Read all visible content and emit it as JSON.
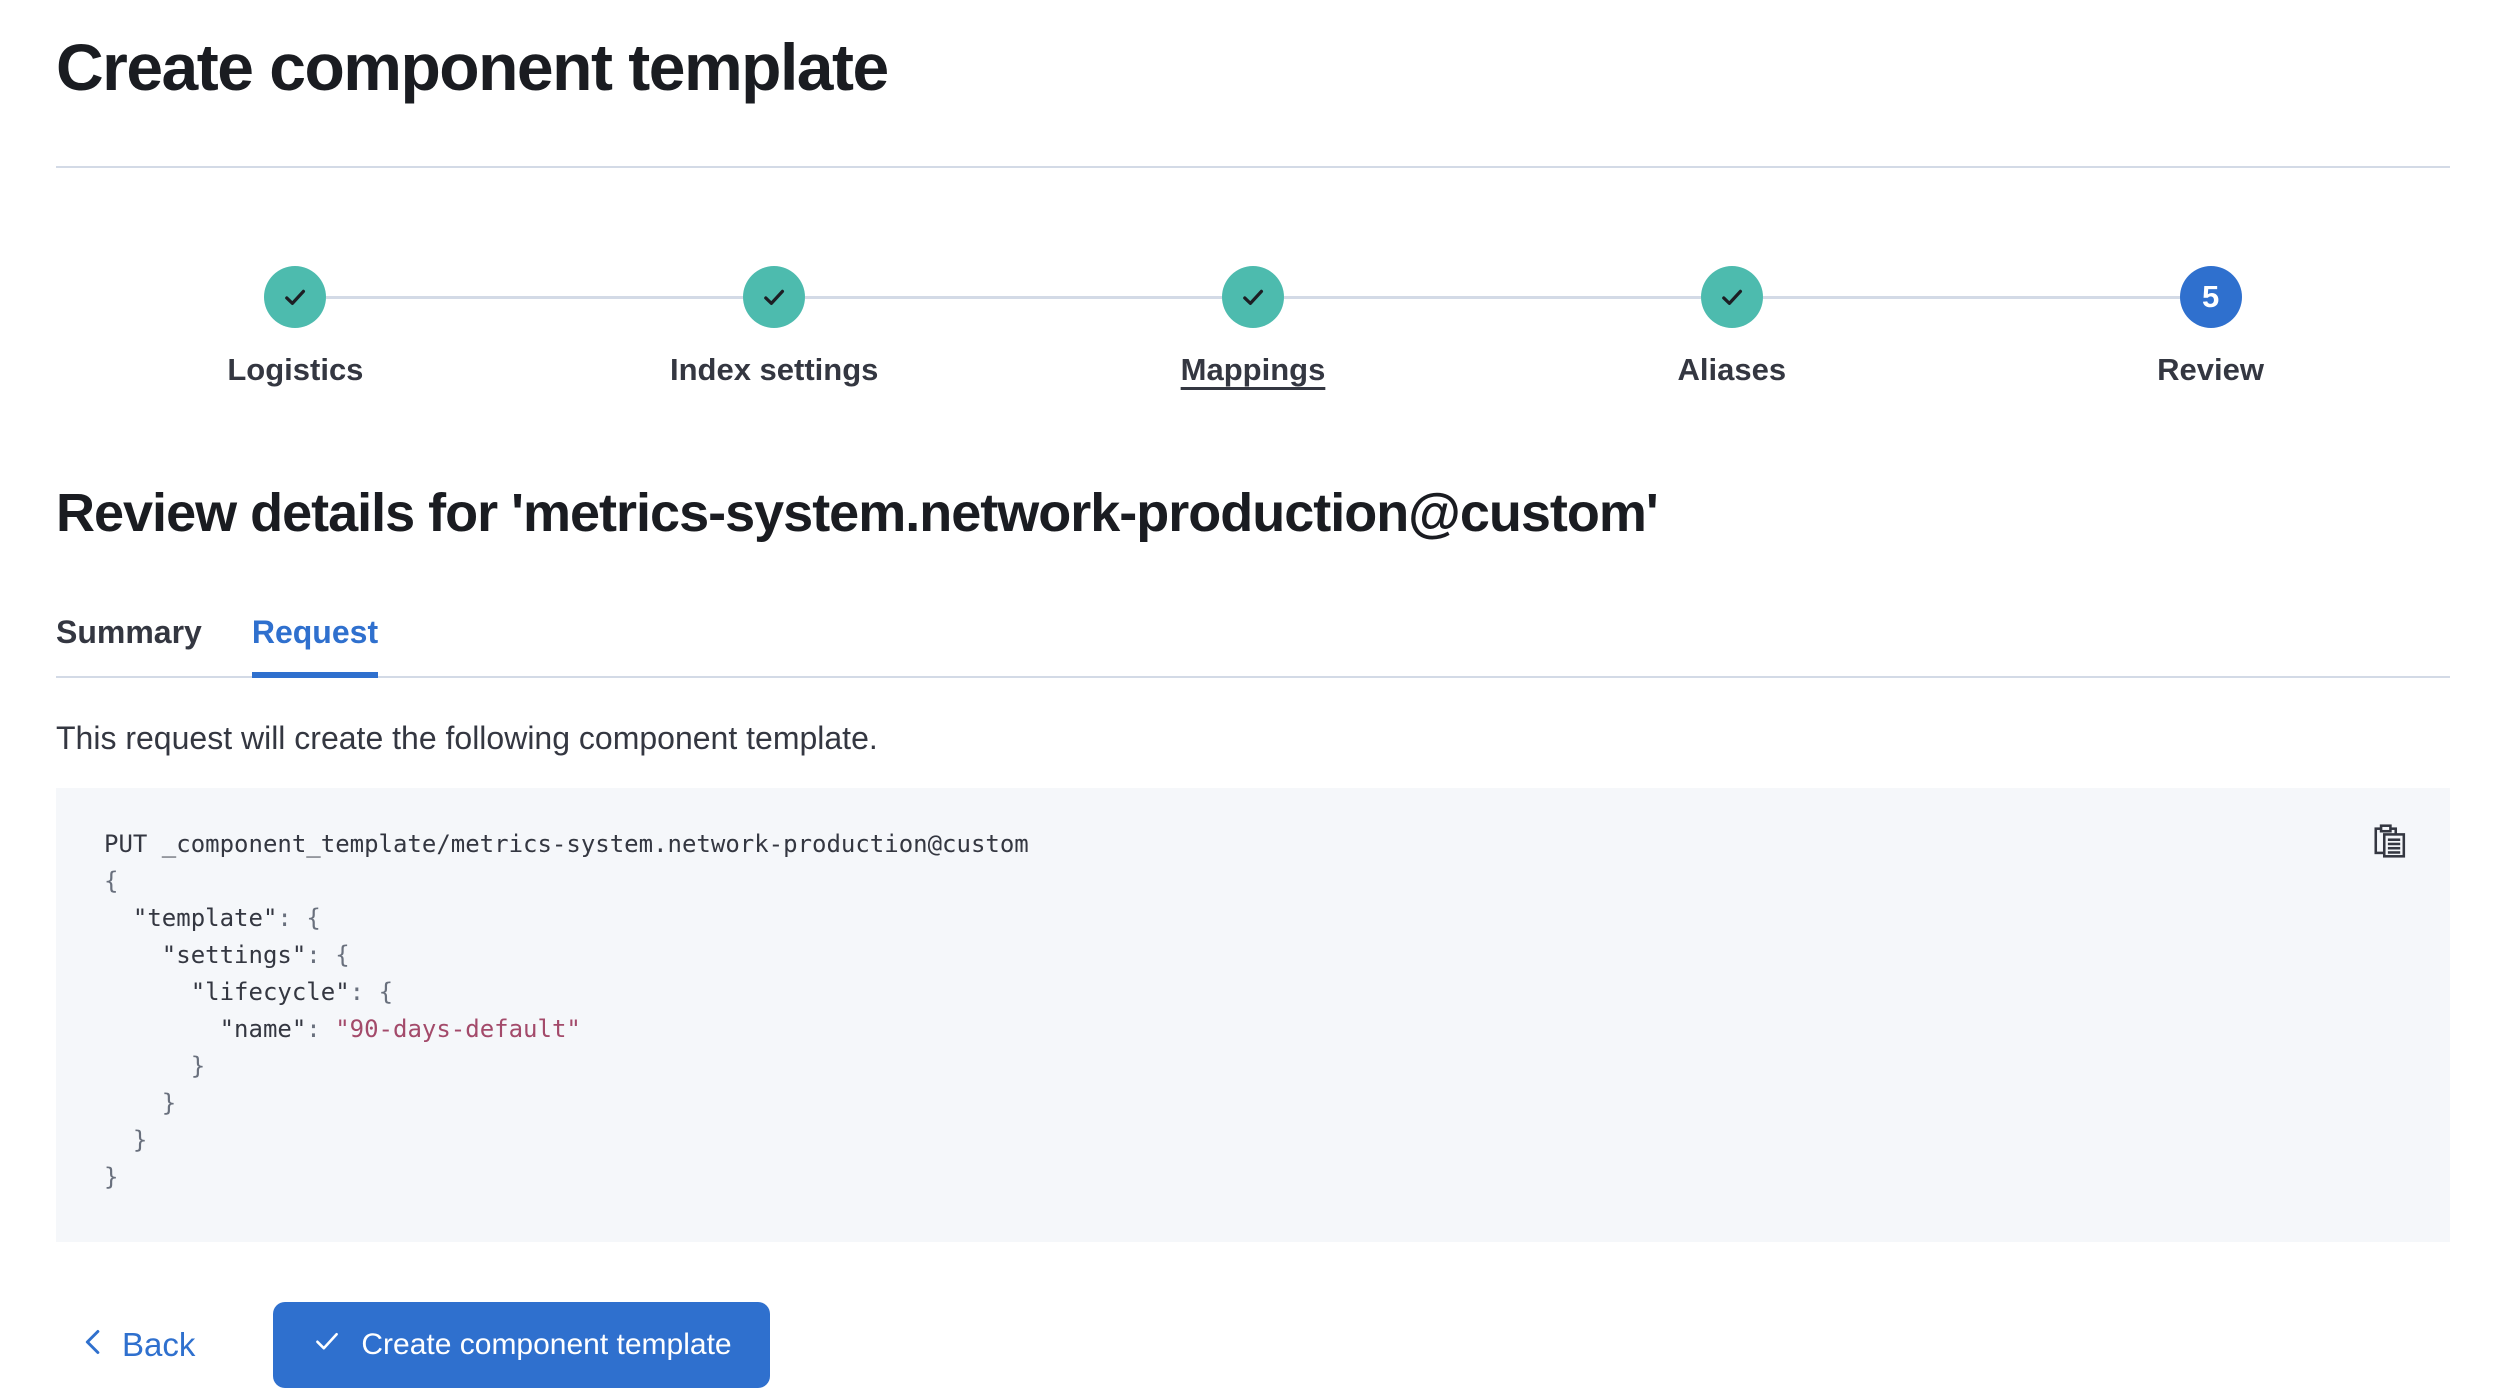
{
  "header": {
    "title": "Create component template"
  },
  "stepper": {
    "steps": [
      {
        "label": "Logistics",
        "status": "complete",
        "underlined": false
      },
      {
        "label": "Index settings",
        "status": "complete",
        "underlined": false
      },
      {
        "label": "Mappings",
        "status": "complete",
        "underlined": true
      },
      {
        "label": "Aliases",
        "status": "complete",
        "underlined": false
      },
      {
        "label": "Review",
        "status": "current",
        "number": "5",
        "underlined": false
      }
    ]
  },
  "review": {
    "heading": "Review details for 'metrics-system.network-production@custom'",
    "tabs": [
      {
        "label": "Summary",
        "active": false
      },
      {
        "label": "Request",
        "active": true
      }
    ],
    "description": "This request will create the following component template."
  },
  "code_block": {
    "copy_icon": "copy-clipboard-icon",
    "lines": [
      [
        {
          "t": "PUT _component_template/metrics-system.network-production@custom",
          "c": "plain"
        }
      ],
      [
        {
          "t": "{",
          "c": "punct"
        }
      ],
      [
        {
          "t": "  ",
          "c": "plain"
        },
        {
          "t": "\"template\"",
          "c": "plain"
        },
        {
          "t": ":",
          "c": "punct"
        },
        {
          "t": " ",
          "c": "plain"
        },
        {
          "t": "{",
          "c": "punct"
        }
      ],
      [
        {
          "t": "    ",
          "c": "plain"
        },
        {
          "t": "\"settings\"",
          "c": "plain"
        },
        {
          "t": ":",
          "c": "punct"
        },
        {
          "t": " ",
          "c": "plain"
        },
        {
          "t": "{",
          "c": "punct"
        }
      ],
      [
        {
          "t": "      ",
          "c": "plain"
        },
        {
          "t": "\"lifecycle\"",
          "c": "plain"
        },
        {
          "t": ":",
          "c": "punct"
        },
        {
          "t": " ",
          "c": "plain"
        },
        {
          "t": "{",
          "c": "punct"
        }
      ],
      [
        {
          "t": "        ",
          "c": "plain"
        },
        {
          "t": "\"name\"",
          "c": "plain"
        },
        {
          "t": ":",
          "c": "punct"
        },
        {
          "t": " ",
          "c": "plain"
        },
        {
          "t": "\"90-days-default\"",
          "c": "string"
        }
      ],
      [
        {
          "t": "      }",
          "c": "punct"
        }
      ],
      [
        {
          "t": "    }",
          "c": "punct"
        }
      ],
      [
        {
          "t": "  }",
          "c": "punct"
        }
      ],
      [
        {
          "t": "}",
          "c": "punct"
        }
      ]
    ]
  },
  "footer": {
    "back_label": "Back",
    "create_label": "Create component template"
  },
  "colors": {
    "primary_blue": "#2F70CE",
    "success_teal": "#4DBBAE",
    "divider_gray": "#D3DAE6",
    "heading_text": "#1A1C21",
    "body_text": "#343741",
    "code_background": "#F5F7FA",
    "code_punctuation": "#69707D",
    "code_string": "#A34A6A"
  }
}
